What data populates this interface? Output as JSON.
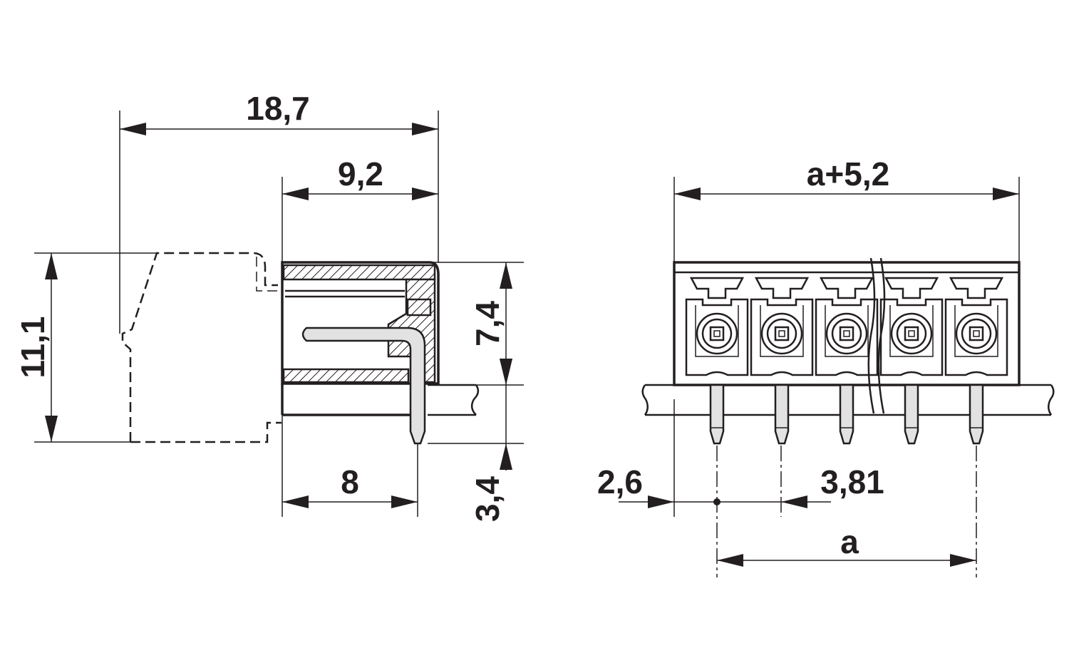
{
  "dimensions": {
    "overall_length": "18,7",
    "body_length": "9,2",
    "total_height": "11,1",
    "body_height": "7,4",
    "pin_length": "3,4",
    "pin_offset": "8",
    "front_width": "a+5,2",
    "edge_offset": "2,6",
    "pitch": "3,81",
    "pitch_span": "a"
  },
  "colors": {
    "line": "#231f20",
    "pin_fill": "#e2e2e2",
    "background": "#ffffff"
  },
  "front_view": {
    "positions": 5
  }
}
